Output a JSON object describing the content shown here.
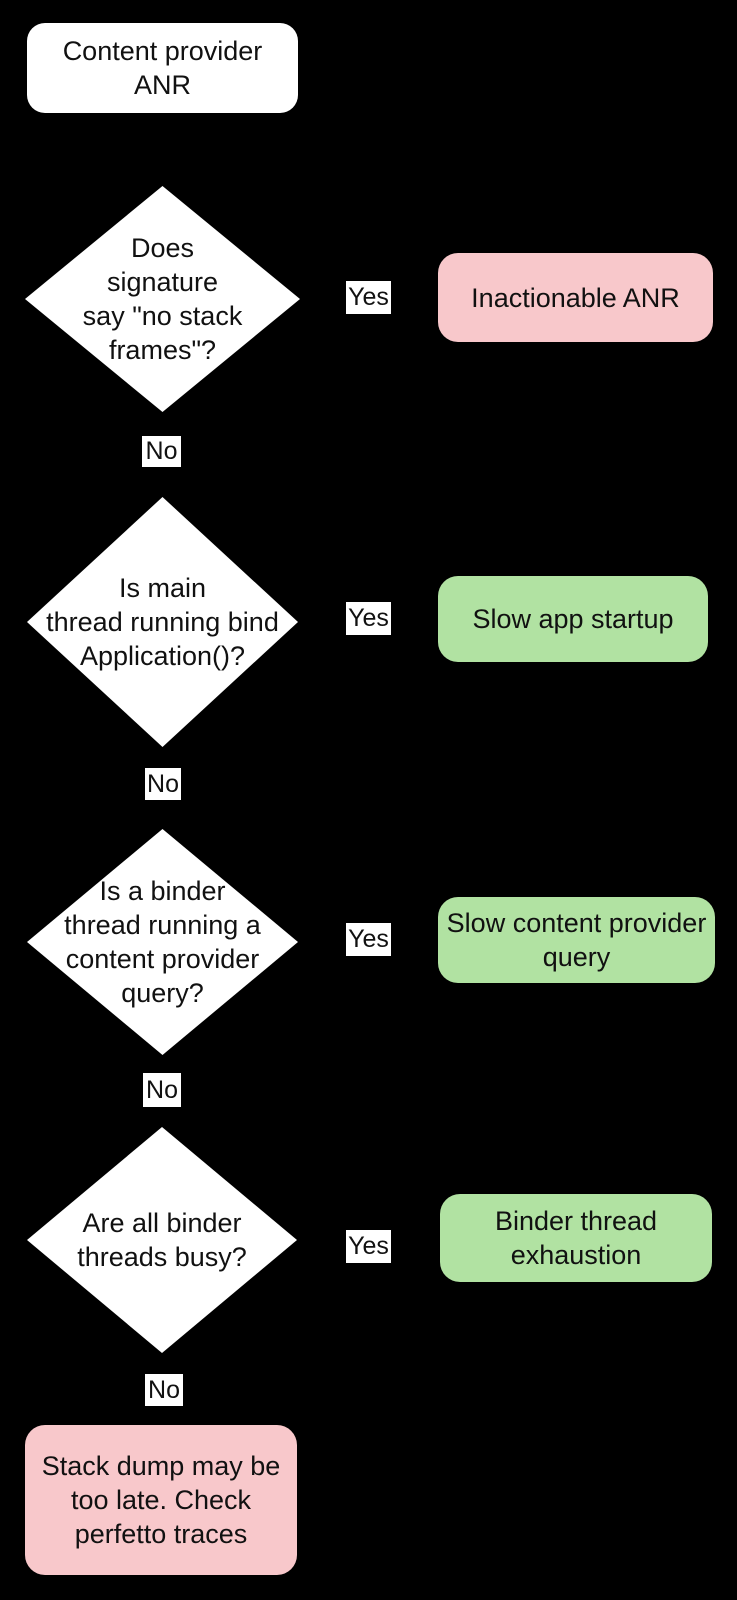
{
  "colors": {
    "background": "#000000",
    "node_fill": "#ffffff",
    "outcome_red": "#f8c8cb",
    "outcome_green": "#b1e2a2",
    "text": "#111111"
  },
  "flow": {
    "edge_labels": {
      "yes": "Yes",
      "no": "No"
    },
    "nodes": {
      "start": {
        "label": "Content provider\nANR"
      },
      "decision1": {
        "label": "Does\nsignature\nsay \"no stack\nframes\"?"
      },
      "outcome1": {
        "label": "Inactionable ANR",
        "color": "#f8c8cb"
      },
      "decision2": {
        "label": "Is main\nthread running bind\nApplication()?"
      },
      "outcome2": {
        "label": "Slow app startup",
        "color": "#b1e2a2"
      },
      "decision3": {
        "label": "Is a binder\nthread running a\ncontent provider\nquery?"
      },
      "outcome3": {
        "label": "Slow content provider\nquery",
        "color": "#b1e2a2"
      },
      "decision4": {
        "label": "Are all binder\nthreads busy?"
      },
      "outcome4": {
        "label": "Binder thread\nexhaustion",
        "color": "#b1e2a2"
      },
      "end": {
        "label": "Stack dump may be\ntoo late. Check\nperfetto traces",
        "color": "#f8c8cb"
      }
    }
  }
}
